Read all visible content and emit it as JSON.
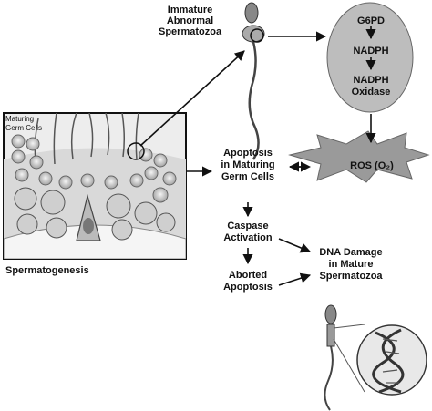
{
  "labels": {
    "immature": [
      "Immature",
      "Abnormal",
      "Spermatozoa"
    ],
    "g6pd": "G6PD",
    "nadph": "NADPH",
    "oxidase": [
      "NADPH",
      "Oxidase"
    ],
    "maturing": [
      "Maturing",
      "Germ Cells"
    ],
    "apoptosis": [
      "Apoptosis",
      "in Maturing",
      "Germ Cells"
    ],
    "ros": "ROS (O₂)",
    "caspase": [
      "Caspase",
      "Activation"
    ],
    "dna": [
      "DNA Damage",
      "in Mature",
      "Spermatozoa"
    ],
    "aborted": [
      "Aborted",
      "Apoptosis"
    ],
    "spermatogenesis": "Spermatogenesis"
  },
  "colors": {
    "ellipse_fill": "#bdbdbd",
    "star_fill": "#9a9a9a",
    "tissue_fill": "#e6e6e6",
    "line": "#111111"
  }
}
